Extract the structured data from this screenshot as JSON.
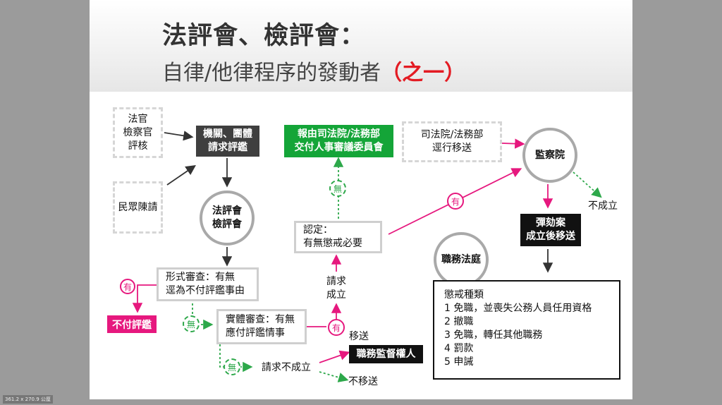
{
  "header": {
    "title_line1": "法評會、檢評會：",
    "title_line2": "自律/他律程序的發動者",
    "title_highlight": "（之一）"
  },
  "nodes": {
    "judge_eval": "法官\n檢察官\n評核",
    "public_petition": "民眾陳請",
    "org_request": "機關、團體\n請求評鑑",
    "committee": "法評會\n檢評會",
    "formal_review": "形式審查：有無\n逕為不付評鑑事由",
    "no_eval": "不付評鑑",
    "substantive_review": "實體審查：有無\n應付評鑑情事",
    "request_valid": "請求\n成立",
    "finding": "認定：\n有無懲戒必要",
    "report_green": "報由司法院/法務部\n交付人事審議委員會",
    "judicial_transfer": "司法院/法務部\n逕行移送",
    "control_yuan": "監察院",
    "not_established": "不成立",
    "impeachment": "彈劾案\n成立後移送",
    "disciplinary_court": "職務法庭",
    "request_invalid": "請求不成立",
    "transfer_label": "移送",
    "supervisor": "職務監督權人",
    "no_transfer": "不移送"
  },
  "markers": {
    "yes": "有",
    "no": "無"
  },
  "punishments": {
    "title": "懲戒種類",
    "items": [
      "1  免職，並喪失公務人員任用資格",
      "2  撤職",
      "3  免職，轉任其他職務",
      "4  罰款",
      "5  申誡"
    ]
  },
  "viewer": {
    "zoom_text": "361.2 x 270.9 公厘"
  },
  "colors": {
    "pink": "#e6187e",
    "green": "#14a538",
    "dark": "#3f3f3f",
    "title_red": "#e31b23"
  }
}
